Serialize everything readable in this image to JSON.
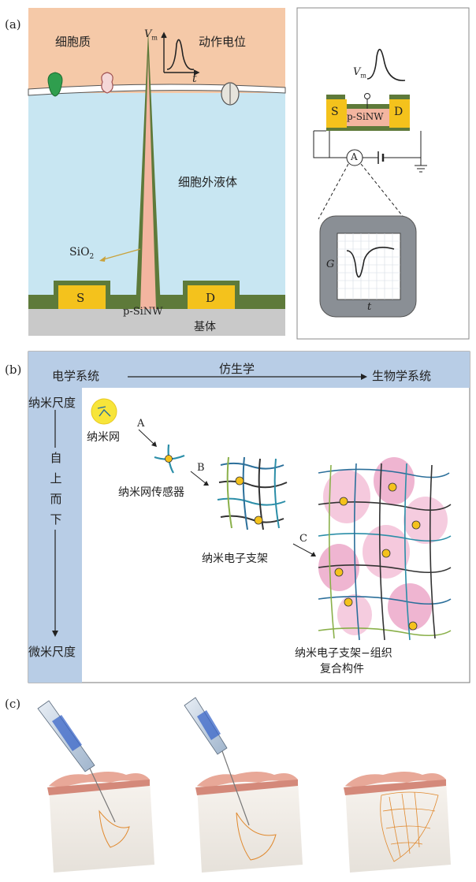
{
  "panel_a": {
    "label": "(a)",
    "cytoplasm": "细胞质",
    "action_potential": "动作电位",
    "vm_symbol": "V",
    "vm_sub": "m",
    "t_symbol": "t",
    "extracellular": "细胞外液体",
    "sio2": "SiO",
    "sio2_sub": "2",
    "source": "S",
    "drain": "D",
    "nanowire": "p-SiNW",
    "substrate": "基体",
    "right": {
      "vm_symbol": "V",
      "vm_sub": "m",
      "source": "S",
      "drain": "D",
      "nanowire": "p-SiNW",
      "ammeter": "A",
      "g_symbol": "G",
      "t_symbol": "t"
    }
  },
  "panel_b": {
    "label": "(b)",
    "electrical_system": "电学系统",
    "bionics": "仿生学",
    "biological_system": "生物学系统",
    "nano_scale": "纳米尺度",
    "top_down": [
      "自",
      "上",
      "而",
      "下"
    ],
    "micro_scale": "微米尺度",
    "nanomesh": "纳米网",
    "nanomesh_sensor": "纳米网传感器",
    "nano_scaffold": "纳米电子支架",
    "composite_line1": "纳米电子支架−组织",
    "composite_line2": "复合构件",
    "step_a": "A",
    "step_b": "B",
    "step_c": "C"
  },
  "panel_c": {
    "label": "(c)"
  },
  "colors": {
    "cytoplasm": "#f5c9a8",
    "extracellular": "#c8e6f2",
    "membrane_green": "#4e6b2e",
    "electrode": "#f4c21c",
    "substrate": "#c9c9c9",
    "panel_b_band": "#b8cde6"
  }
}
